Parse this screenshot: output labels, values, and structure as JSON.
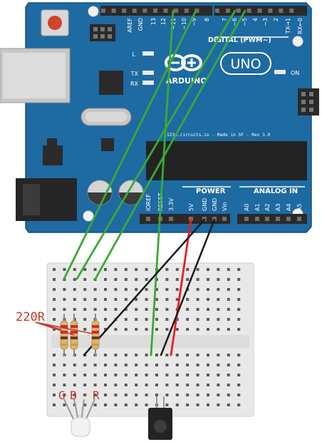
{
  "board": {
    "brand": "ARDUINO",
    "model": "UNO",
    "credit": "123d.circuits.io - Made in SF - Rev 3.0",
    "digital_label": "DIGITAL (PWM~)",
    "power_label": "POWER",
    "analog_label": "ANALOG IN",
    "on_label": "ON",
    "led_labels": [
      "L",
      "TX",
      "RX"
    ],
    "top_pins": [
      "AREF",
      "GND",
      "13",
      "12",
      "~11",
      "~10",
      "~9",
      "8",
      "7",
      "~6",
      "~5",
      "4",
      "~3",
      "2",
      "TX→1",
      "RX←0"
    ],
    "power_pins": [
      "IOREF",
      "RESET",
      "3.3V",
      "5V",
      "GND",
      "GND",
      "Vin"
    ],
    "analog_pins": [
      "A0",
      "A1",
      "A2",
      "A3",
      "A4",
      "A5"
    ],
    "colors": {
      "pcb": "#1e6aa2",
      "header": "#2a2a2a"
    }
  },
  "components": {
    "resistor_label": "220R",
    "led_pin_labels": [
      "G",
      "B",
      "-",
      "R"
    ]
  },
  "wire_colors": {
    "signal": "#3aaa35",
    "power": "#e8201e",
    "ground": "#1a1a1a"
  }
}
